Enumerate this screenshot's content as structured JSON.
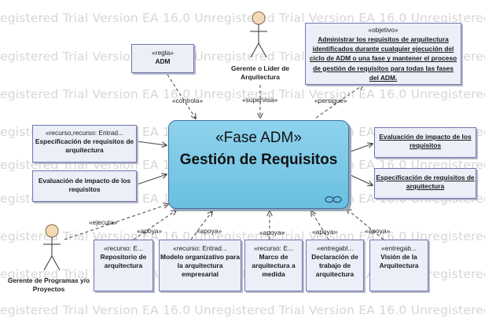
{
  "watermark": "egistered Trial Version   EA 16.0 Unregistered Trial Version   EA 16.0 Unregistered",
  "main": {
    "stereotype": "«Fase ADM»",
    "name": "Gestión de Requisitos"
  },
  "actors": {
    "gerente_lider": "Gerente o Líder de Arquitectura",
    "gerente_programas": "Gerente de Programas y/o Proyectos"
  },
  "boxes": {
    "regla": {
      "stereotype": "«regla»",
      "name": "ADM"
    },
    "objetivo": {
      "stereotype": "«objetivo»",
      "name": "Administrar los requisitos de arquitectura identificados durante cualquier ejecución del ciclo de ADM o una fase y mantener el proceso de gestión de requisitos para todas las fases del ADM."
    },
    "espec_req_in": {
      "stereotype": "«recurso,recurso: Entrad...",
      "name": "Especificación de requisitos de arquitectura"
    },
    "eval_impacto_in": {
      "name": "Evaluación de impacto de los requisitos"
    },
    "eval_impacto_out": {
      "name": "Evaluación de impacto de los requisitos"
    },
    "espec_req_out": {
      "name": "Especificación de requisitos de arquitectura"
    },
    "repositorio": {
      "stereotype": "«recurso: E...",
      "name": "Repositorio de arquitectura"
    },
    "modelo_org": {
      "stereotype": "«recurso: Entrad...",
      "name": "Modelo organizativo para la arquitectura empresarial"
    },
    "marco": {
      "stereotype": "«recurso: E...",
      "name": "Marco de arquitectura a medida"
    },
    "declaracion": {
      "stereotype": "«entregabl...",
      "name": "Declaración de trabajo de arquitectura"
    },
    "vision": {
      "stereotype": "«entregab...",
      "name": "Visión de la Arquitectura"
    }
  },
  "labels": {
    "controla": "«controla»",
    "supervisa": "«supervisa»",
    "persigue": "«persigue»",
    "ejecuta": "«ejecuta»",
    "apoya": "«apoya»"
  }
}
